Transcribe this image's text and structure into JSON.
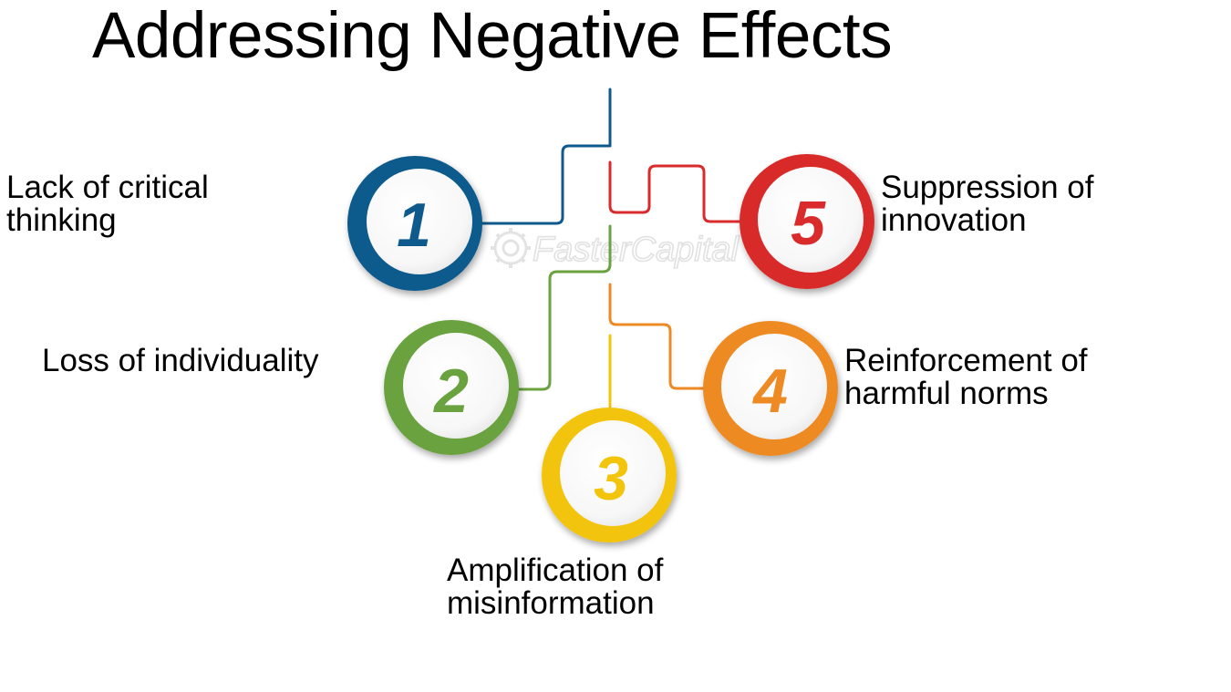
{
  "title": "Addressing Negative Effects",
  "watermark": {
    "text": "FasterCapital",
    "icon": "gear-icon"
  },
  "colors": {
    "item1": "#0f5a8c",
    "item2": "#6aa23f",
    "item3": "#f2c40c",
    "item4": "#ee8a24",
    "item5": "#d92b2b",
    "watermark": "#e2e2e2"
  },
  "items": [
    {
      "number": "1",
      "lines": [
        "Lack of critical",
        "thinking"
      ]
    },
    {
      "number": "2",
      "lines": [
        "Loss of individuality"
      ]
    },
    {
      "number": "3",
      "lines": [
        "Amplification of",
        "misinformation"
      ]
    },
    {
      "number": "4",
      "lines": [
        "Reinforcement of",
        "harmful norms"
      ]
    },
    {
      "number": "5",
      "lines": [
        "Suppression of",
        "innovation"
      ]
    }
  ]
}
